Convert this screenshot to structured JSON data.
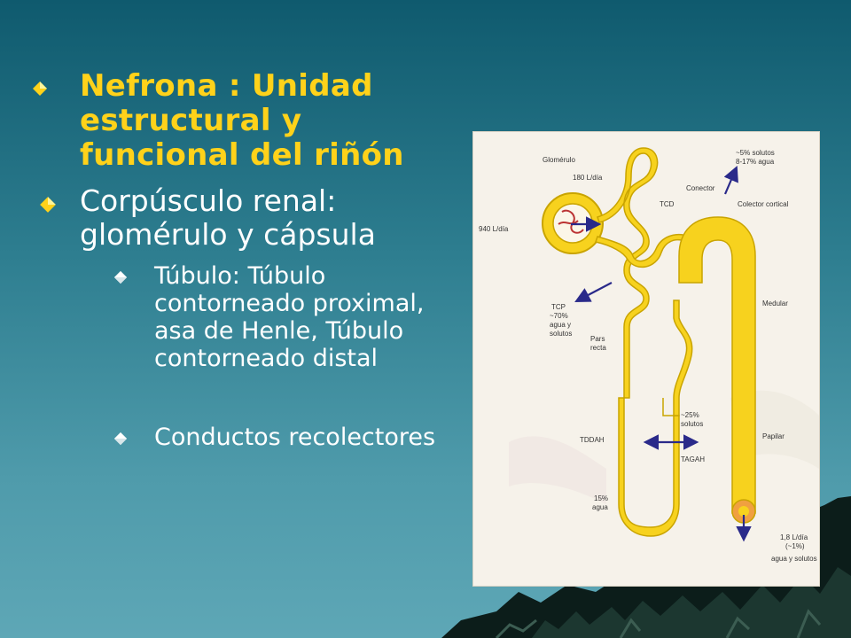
{
  "slide": {
    "bullets": [
      {
        "text": "Nefrona : Unidad estructural y funcional del riñón",
        "level": 1,
        "color": "#ffd21a",
        "bold": true
      },
      {
        "text": "Corpúsculo renal: glomérulo y cápsula",
        "level": 1,
        "color": "#ffffff"
      },
      {
        "text": "Túbulo: Túbulo contorneado proximal, asa de Henle, Túbulo contorneado distal",
        "level": 2,
        "color": "#ffffff"
      },
      {
        "text": "Conductos recolectores",
        "level": 2,
        "color": "#ffffff"
      }
    ]
  },
  "figure": {
    "labels": {
      "glomerulo": "Glomérulo",
      "flow_180": "180 L/día",
      "flow_940": "940 L/día",
      "tcd": "TCD",
      "conector": "Conector",
      "solutos_top_1": "~5% solutos",
      "solutos_top_2": "8-17% agua",
      "colector_cortical": "Colector cortical",
      "tcp_1": "TCP",
      "tcp_2": "~70%",
      "tcp_3": "agua y",
      "tcp_4": "solutos",
      "pars_1": "Pars",
      "pars_2": "recta",
      "medular": "Medular",
      "solutos25_1": "~25%",
      "solutos25_2": "solutos",
      "tddah": "TDDAH",
      "tagah": "TAGAH",
      "papilar": "Papilar",
      "agua15_1": "15%",
      "agua15_2": "agua",
      "final_1": "1,8 L/día",
      "final_2": "(~1%)",
      "final_3": "agua y solutos"
    },
    "colors": {
      "tubule": "#f7d21e",
      "tubule_edge": "#c9a400",
      "arrow": "#2a2a8a"
    }
  }
}
